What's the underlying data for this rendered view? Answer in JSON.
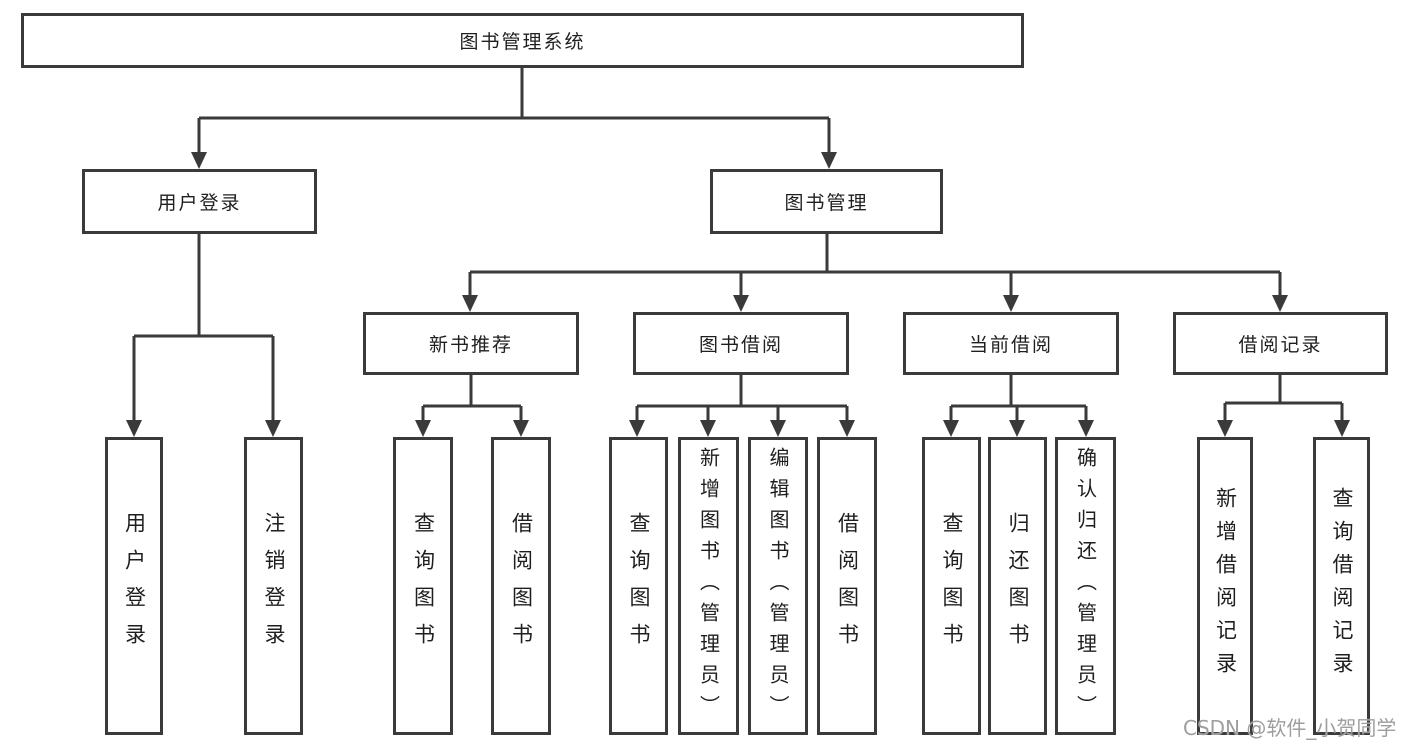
{
  "diagram": {
    "title": "图书管理系统",
    "colors": {
      "line": "#3a3a3a",
      "text": "#1f1f1f",
      "watermark_text": "#9e9e9e",
      "background": "#ffffff"
    },
    "root": {
      "label": "图书管理系统"
    },
    "level2": [
      {
        "label": "用户登录"
      },
      {
        "label": "图书管理"
      }
    ],
    "level3": [
      {
        "label": "新书推荐",
        "parent": "图书管理"
      },
      {
        "label": "图书借阅",
        "parent": "图书管理"
      },
      {
        "label": "当前借阅",
        "parent": "图书管理"
      },
      {
        "label": "借阅记录",
        "parent": "图书管理"
      }
    ],
    "leaves": [
      {
        "label": "用户登录",
        "parent": "用户登录"
      },
      {
        "label": "注销登录",
        "parent": "用户登录"
      },
      {
        "label": "查询图书",
        "parent": "新书推荐"
      },
      {
        "label": "借阅图书",
        "parent": "新书推荐"
      },
      {
        "label": "查询图书",
        "parent": "图书借阅"
      },
      {
        "label": "新增图书（管理员）",
        "parent": "图书借阅"
      },
      {
        "label": "编辑图书（管理员）",
        "parent": "图书借阅"
      },
      {
        "label": "借阅图书",
        "parent": "图书借阅"
      },
      {
        "label": "查询图书",
        "parent": "当前借阅"
      },
      {
        "label": "归还图书",
        "parent": "当前借阅"
      },
      {
        "label": "确认归还（管理员）",
        "parent": "当前借阅"
      },
      {
        "label": "新增借阅记录",
        "parent": "借阅记录"
      },
      {
        "label": "查询借阅记录",
        "parent": "借阅记录"
      }
    ],
    "watermark": "CSDN @软件_小贺同学"
  }
}
